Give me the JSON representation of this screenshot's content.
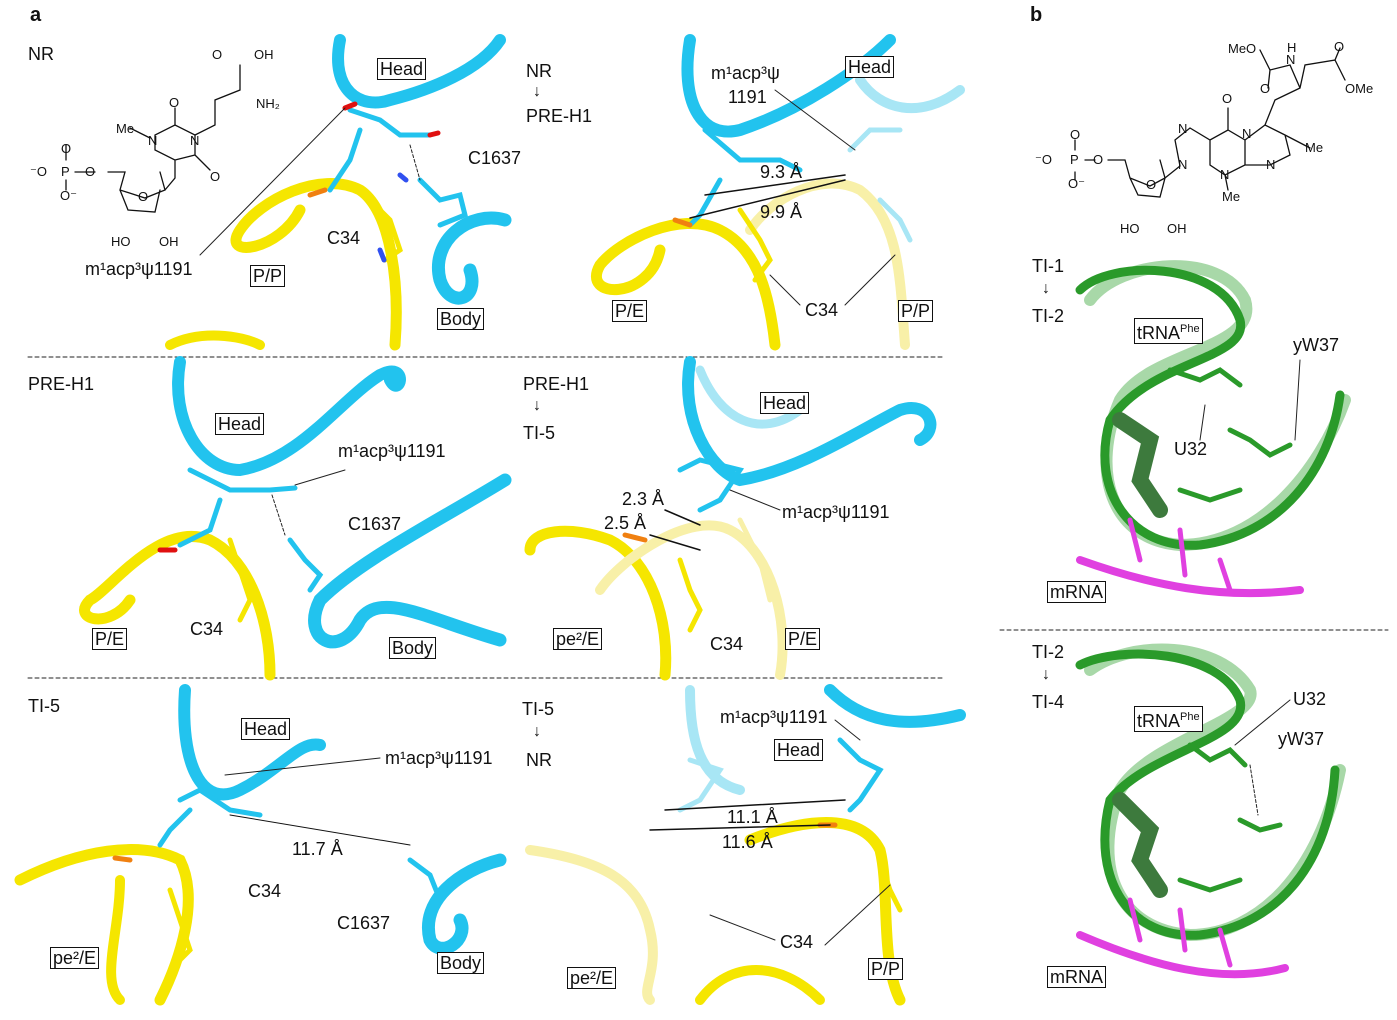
{
  "panels": {
    "a": "a",
    "b": "b"
  },
  "colors": {
    "head": "#22c3ee",
    "trna": "#f5e600",
    "trna_faded": "#f8f0a8",
    "head_faded": "#a8e6f5",
    "green": "#2a9a2a",
    "magenta": "#e040e0",
    "oxygen": "#e01010",
    "nitrogen": "#3050f0",
    "phosphorus": "#f08010"
  },
  "arrow_glyph": "↓",
  "row1": {
    "left": {
      "state": "NR",
      "head": "Head",
      "c1637": "C1637",
      "c34": "C34",
      "pp": "P/P",
      "body": "Body",
      "mod": "m¹acp³ψ1191"
    },
    "right": {
      "from": "NR",
      "to": "PRE-H1",
      "mod_line1": "m¹acp³ψ",
      "mod_line2": "1191",
      "head": "Head",
      "d1": "9.3 Å",
      "d2": "9.9 Å",
      "pe": "P/E",
      "c34": "C34",
      "pp": "P/P"
    }
  },
  "row2": {
    "left": {
      "state": "PRE-H1",
      "head": "Head",
      "mod": "m¹acp³ψ1191",
      "c1637": "C1637",
      "c34": "C34",
      "pe": "P/E",
      "body": "Body"
    },
    "right": {
      "from": "PRE-H1",
      "to": "TI-5",
      "head": "Head",
      "d1": "2.3 Å",
      "d2": "2.5 Å",
      "mod": "m¹acp³ψ1191",
      "c34": "C34",
      "pe": "P/E",
      "pe2": "pe²/E"
    }
  },
  "row3": {
    "left": {
      "state": "TI-5",
      "head": "Head",
      "mod": "m¹acp³ψ1191",
      "d1": "11.7 Å",
      "c34": "C34",
      "c1637": "C1637",
      "pe2": "pe²/E",
      "body": "Body"
    },
    "right": {
      "from": "TI-5",
      "to": "NR",
      "mod": "m¹acp³ψ1191",
      "head": "Head",
      "d1": "11.1 Å",
      "d2": "11.6 Å",
      "c34": "C34",
      "pe2": "pe²/E",
      "pp": "P/P"
    }
  },
  "chem_a": [
    "O",
    "OH",
    "NH₂",
    "O",
    "Me",
    "N",
    "N",
    "O",
    "O",
    "P",
    "⁻O",
    "O",
    "O⁻",
    "O",
    "HO",
    "OH"
  ],
  "chem_b": [
    "MeO",
    "H",
    "N",
    "O",
    "O",
    "OMe",
    "O",
    "N",
    "N",
    "Me",
    "N",
    "N",
    "N",
    "Me",
    "O",
    "P",
    "⁻O",
    "O",
    "O⁻",
    "O",
    "HO",
    "OH"
  ],
  "b_top": {
    "from": "TI-1",
    "to": "TI-2",
    "trna": "tRNA",
    "trna_sup": "Phe",
    "yw37": "yW37",
    "u32": "U32",
    "mrna": "mRNA"
  },
  "b_bottom": {
    "from": "TI-2",
    "to": "TI-4",
    "u32": "U32",
    "trna": "tRNA",
    "trna_sup": "Phe",
    "yw37": "yW37",
    "mrna": "mRNA"
  }
}
